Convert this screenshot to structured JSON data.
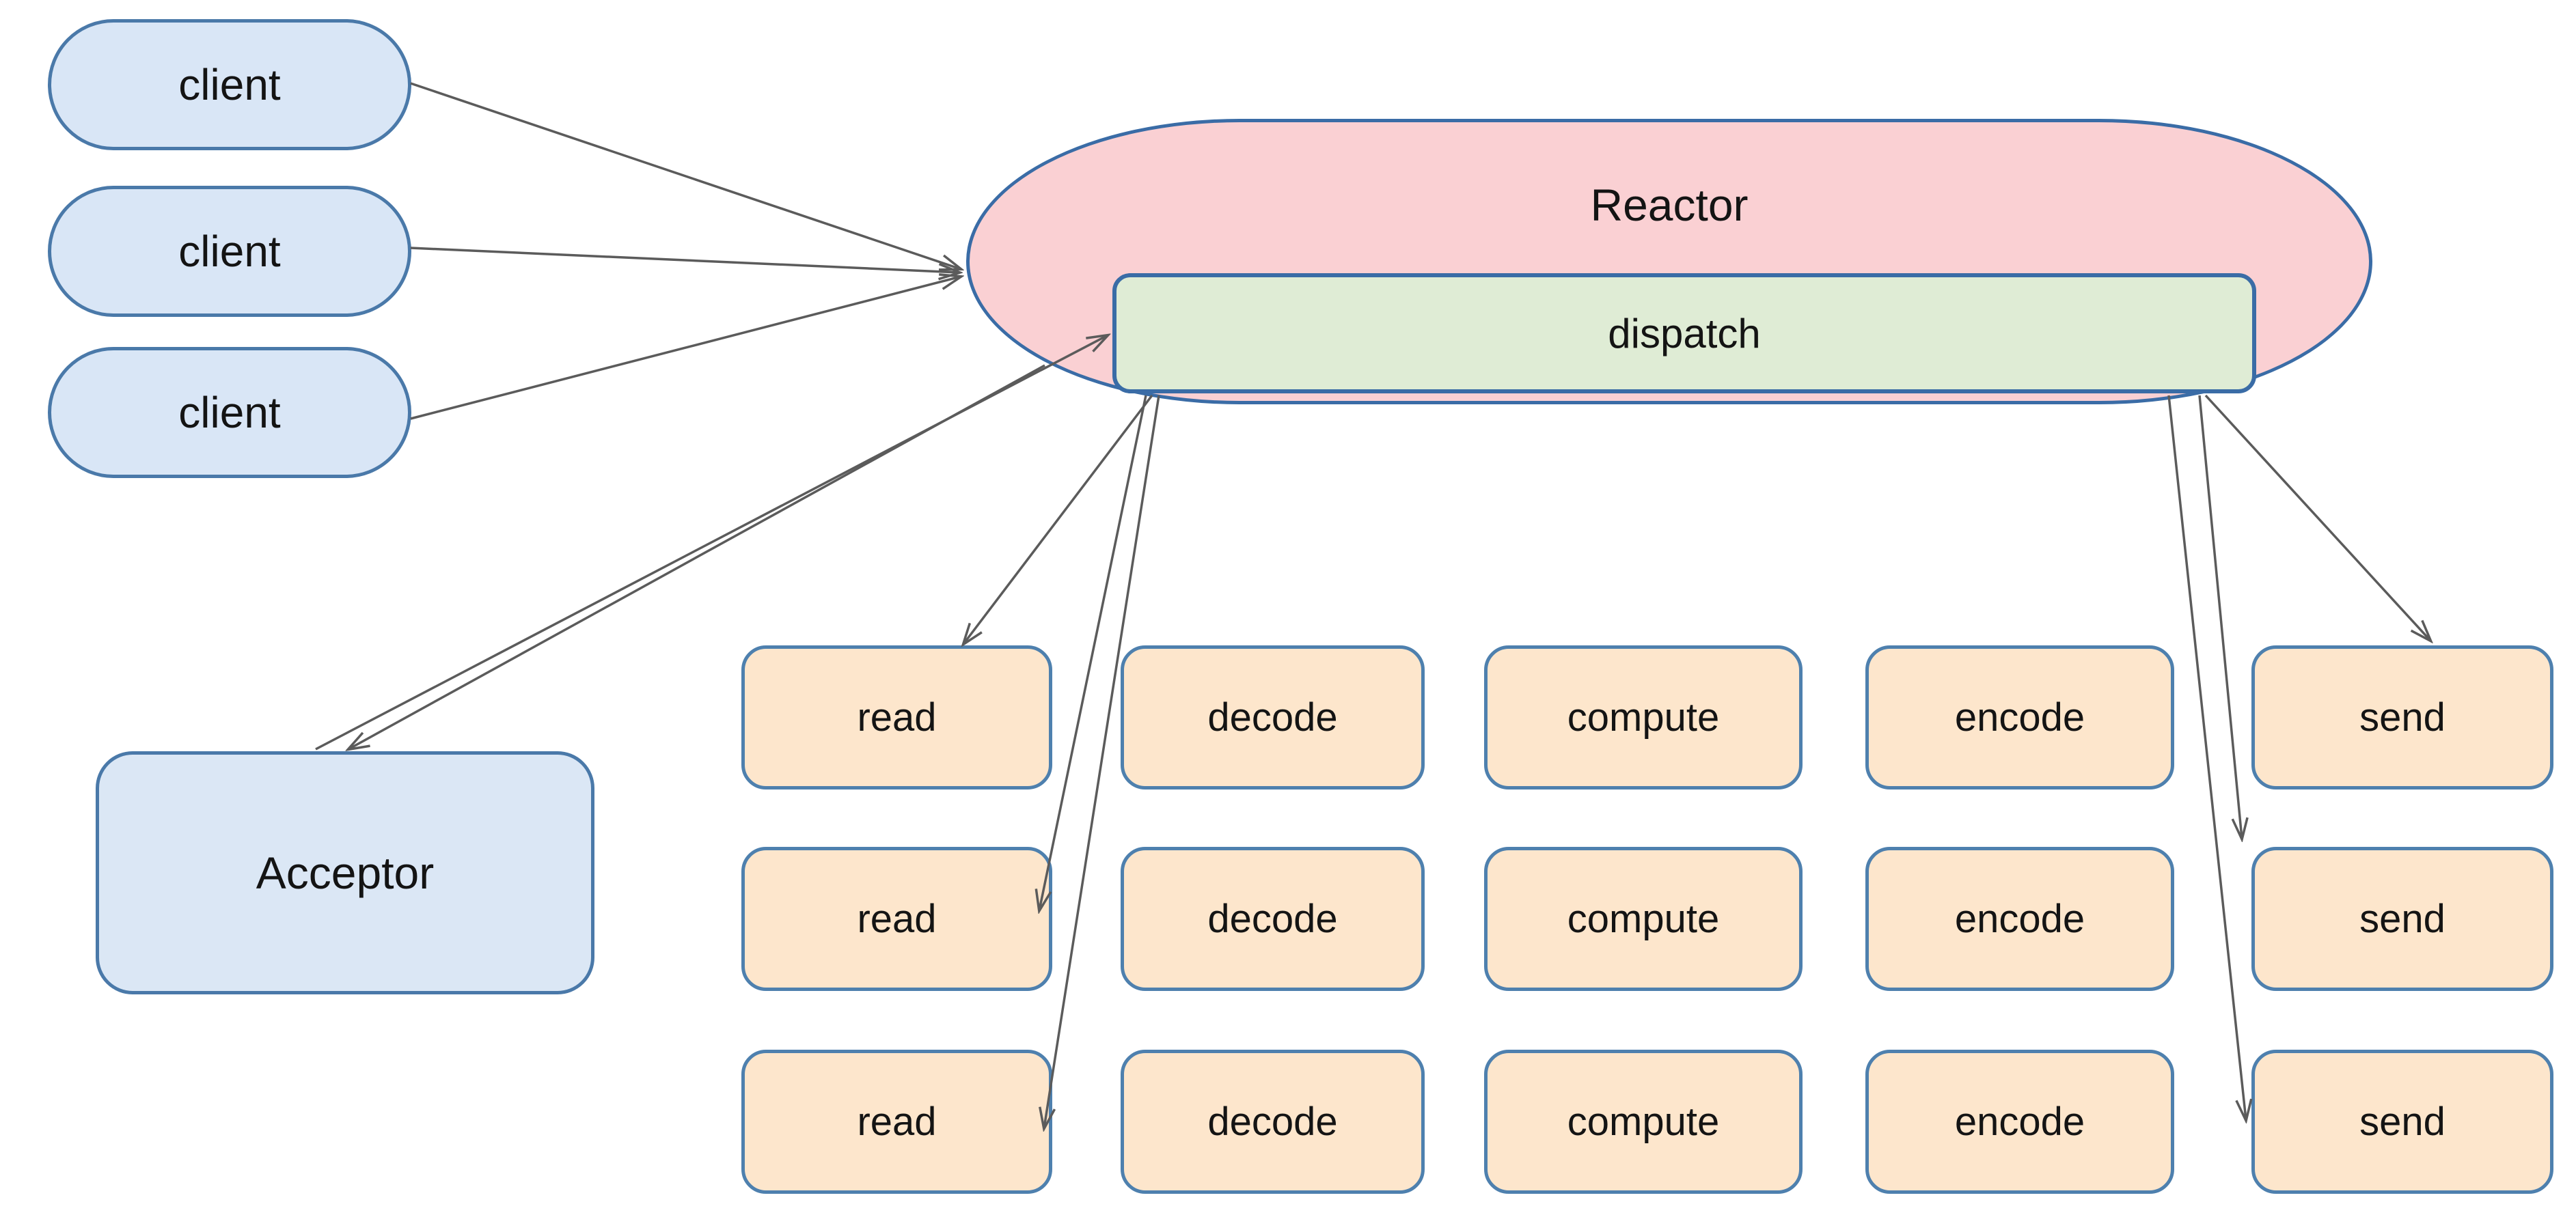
{
  "clients": [
    {
      "label": "client"
    },
    {
      "label": "client"
    },
    {
      "label": "client"
    }
  ],
  "reactor": {
    "label": "Reactor",
    "dispatch_label": "dispatch"
  },
  "acceptor": {
    "label": "Acceptor"
  },
  "handlers": {
    "rows": [
      {
        "cells": [
          "read",
          "decode",
          "compute",
          "encode",
          "send"
        ]
      },
      {
        "cells": [
          "read",
          "decode",
          "compute",
          "encode",
          "send"
        ]
      },
      {
        "cells": [
          "read",
          "decode",
          "compute",
          "encode",
          "send"
        ]
      }
    ]
  },
  "colors": {
    "client_fill": "#d9e6f6",
    "client_border": "#4a79a9",
    "reactor_fill": "#fad0d3",
    "reactor_border": "#3a6ca6",
    "dispatch_fill": "#dfecd5",
    "handler_fill": "#fde6cc",
    "handler_border": "#4e80ae",
    "arrow": "#5b5b5b",
    "text": "#141414"
  }
}
